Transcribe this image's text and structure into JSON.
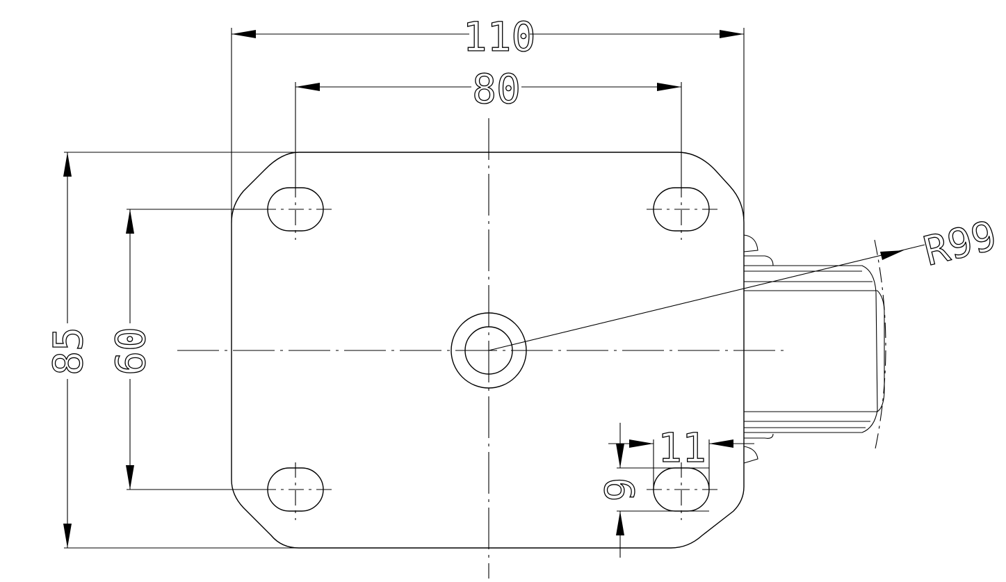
{
  "dimensions": {
    "overall_width": "110",
    "hole_spacing_width": "80",
    "overall_height": "85",
    "hole_spacing_height": "60",
    "slot_length": "11",
    "slot_width": "9",
    "wheel_radius": "R99"
  }
}
